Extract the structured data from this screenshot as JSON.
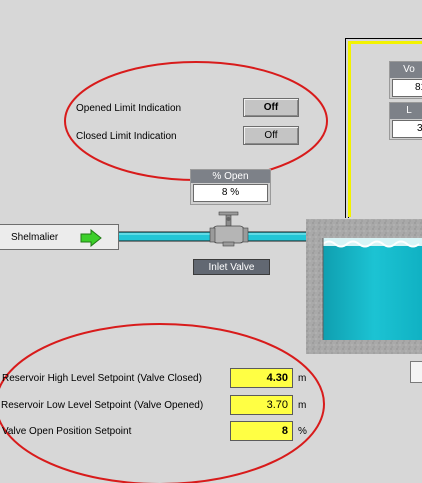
{
  "limits": {
    "opened_label": "Opened Limit Indication",
    "opened_value": "Off",
    "closed_label": "Closed Limit Indication",
    "closed_value": "Off"
  },
  "valve": {
    "open_header": "% Open",
    "open_value": "8 %",
    "name_label": "Inlet Valve"
  },
  "source": {
    "label": "Shelmalier"
  },
  "reservoir_panel": {
    "card1_header": "Vo",
    "card1_value": "81",
    "card2_header": "L",
    "card2_value": "3"
  },
  "setpoints": [
    {
      "label": "Reservoir High Level Setpoint (Valve Closed)",
      "value": "4.30",
      "unit": "m"
    },
    {
      "label": "Reservoir Low Level Setpoint (Valve Opened)",
      "value": "3.70",
      "unit": "m"
    },
    {
      "label": "Valve Open Position Setpoint",
      "value": "8",
      "unit": "%"
    }
  ],
  "colors": {
    "annotation_ring": "#d81b1b",
    "water": "#14b5c5",
    "pipe": "#22c6d6",
    "setpoint_field": "#ffff44",
    "frame_yellow": "#f2f200"
  }
}
